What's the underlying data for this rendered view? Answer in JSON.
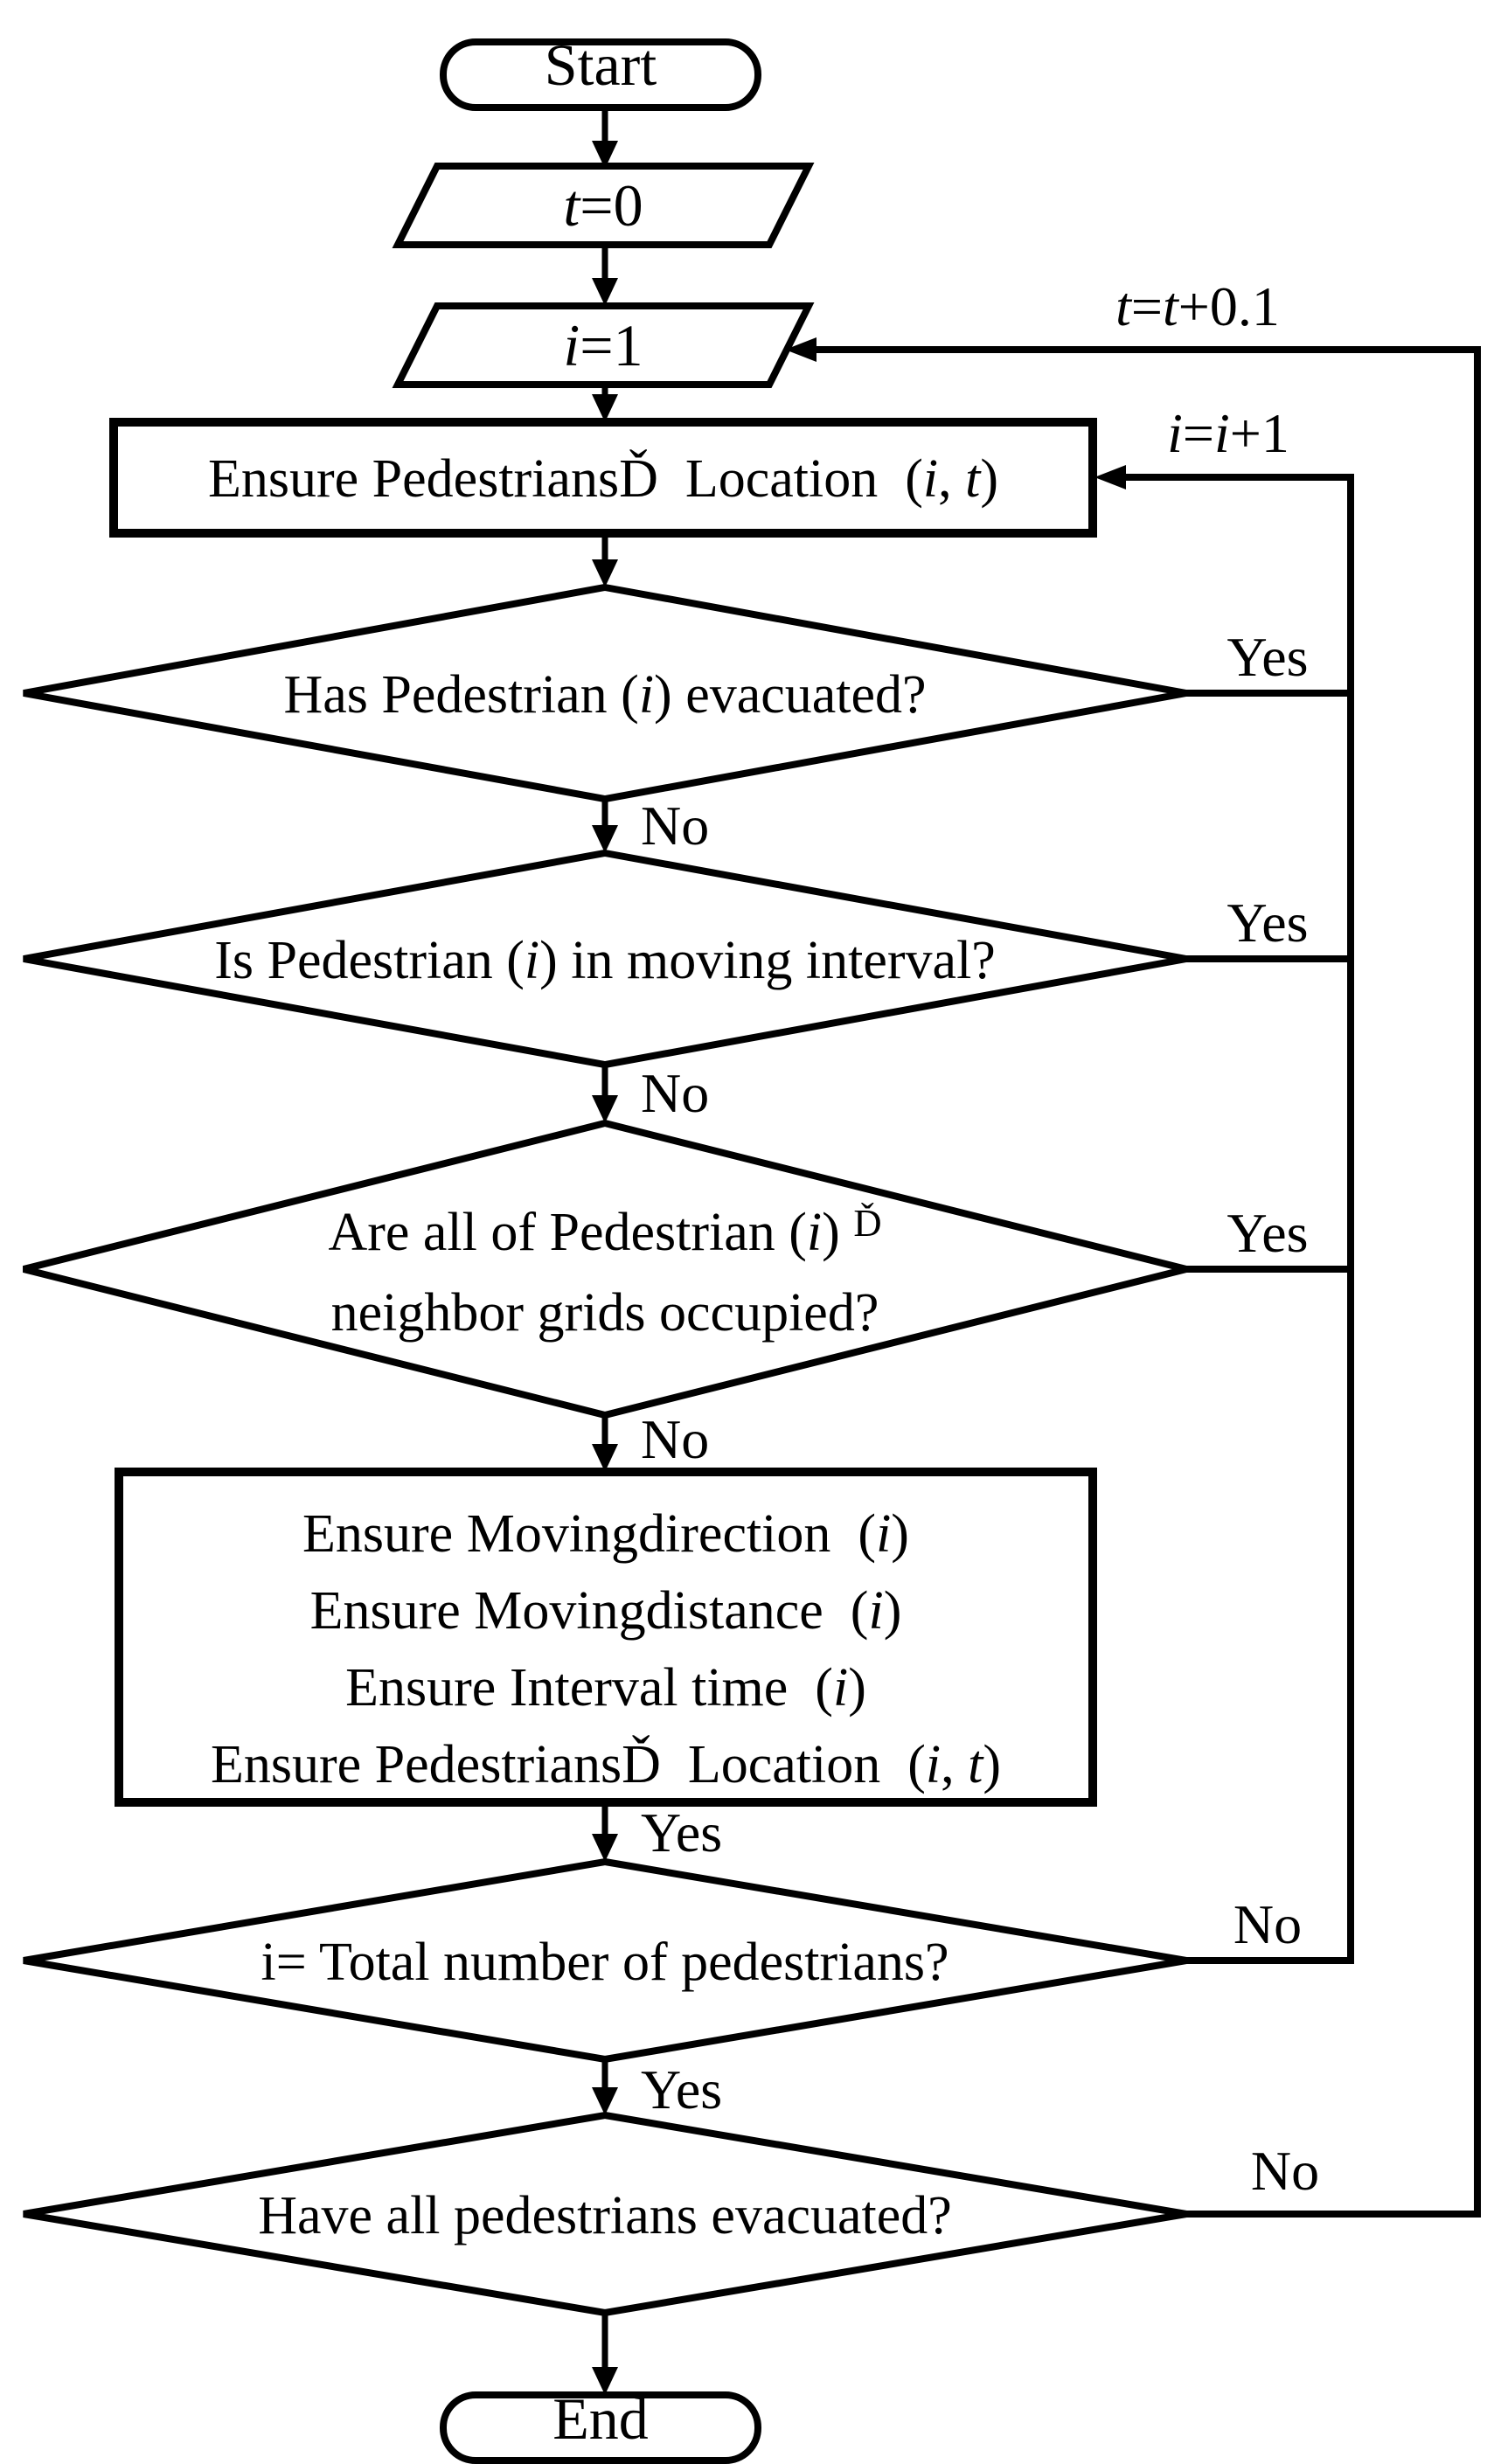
{
  "palette": {
    "ink": "#000000",
    "bg": "#ffffff"
  },
  "edge_labels": {
    "yes": "Yes",
    "no": "No"
  },
  "loops": {
    "t": {
      "segments": [
        {
          "t": "t",
          "st": "i"
        },
        {
          "t": "="
        },
        {
          "t": "t",
          "st": "i"
        },
        {
          "t": "+0.1"
        }
      ]
    },
    "i": {
      "segments": [
        {
          "t": "i",
          "st": "i"
        },
        {
          "t": "="
        },
        {
          "t": "i",
          "st": "i"
        },
        {
          "t": "+1"
        }
      ]
    }
  },
  "nodes": {
    "start": {
      "label": "Start"
    },
    "end": {
      "label": "End"
    },
    "init_t": {
      "segments": [
        {
          "t": "t",
          "st": "i"
        },
        {
          "t": "=0"
        }
      ]
    },
    "init_i": {
      "segments": [
        {
          "t": "i",
          "st": "i"
        },
        {
          "t": "=1"
        }
      ]
    },
    "locate": {
      "segments": [
        {
          "t": "Ensure PedestriansĎ  Location  ("
        },
        {
          "t": "i",
          "st": "i"
        },
        {
          "t": ", "
        },
        {
          "t": "t",
          "st": "i"
        },
        {
          "t": ")"
        }
      ]
    },
    "d_evacuated": {
      "segments": [
        {
          "t": "Has Pedestrian ("
        },
        {
          "t": "i",
          "st": "i"
        },
        {
          "t": ") evacuated?"
        }
      ]
    },
    "d_interval": {
      "segments": [
        {
          "t": "Is Pedestrian ("
        },
        {
          "t": "i",
          "st": "i"
        },
        {
          "t": ") in moving interval?"
        }
      ]
    },
    "d_neighbors": {
      "line1": [
        {
          "t": "Are all of Pedestrian ("
        },
        {
          "t": "i",
          "st": "i"
        },
        {
          "t": ") "
        },
        {
          "t": "Ď",
          "st": "sup"
        }
      ],
      "line2": [
        {
          "t": "neighbor grids occupied?"
        }
      ]
    },
    "update": {
      "lines": [
        [
          {
            "t": "Ensure Movingdirection  ("
          },
          {
            "t": "i",
            "st": "i"
          },
          {
            "t": ")"
          }
        ],
        [
          {
            "t": "Ensure Movingdistance  ("
          },
          {
            "t": "i",
            "st": "i"
          },
          {
            "t": ")"
          }
        ],
        [
          {
            "t": "Ensure Interval time  ("
          },
          {
            "t": "i",
            "st": "i"
          },
          {
            "t": ")"
          }
        ],
        [
          {
            "t": "Ensure PedestriansĎ  Location  ("
          },
          {
            "t": "i",
            "st": "i"
          },
          {
            "t": ", "
          },
          {
            "t": "t",
            "st": "i"
          },
          {
            "t": ")"
          }
        ]
      ]
    },
    "d_total": {
      "segments": [
        {
          "t": "i= Total number of pedestrians?"
        }
      ]
    },
    "d_all_evacuated": {
      "segments": [
        {
          "t": "Have all pedestrians evacuated?"
        }
      ]
    }
  }
}
